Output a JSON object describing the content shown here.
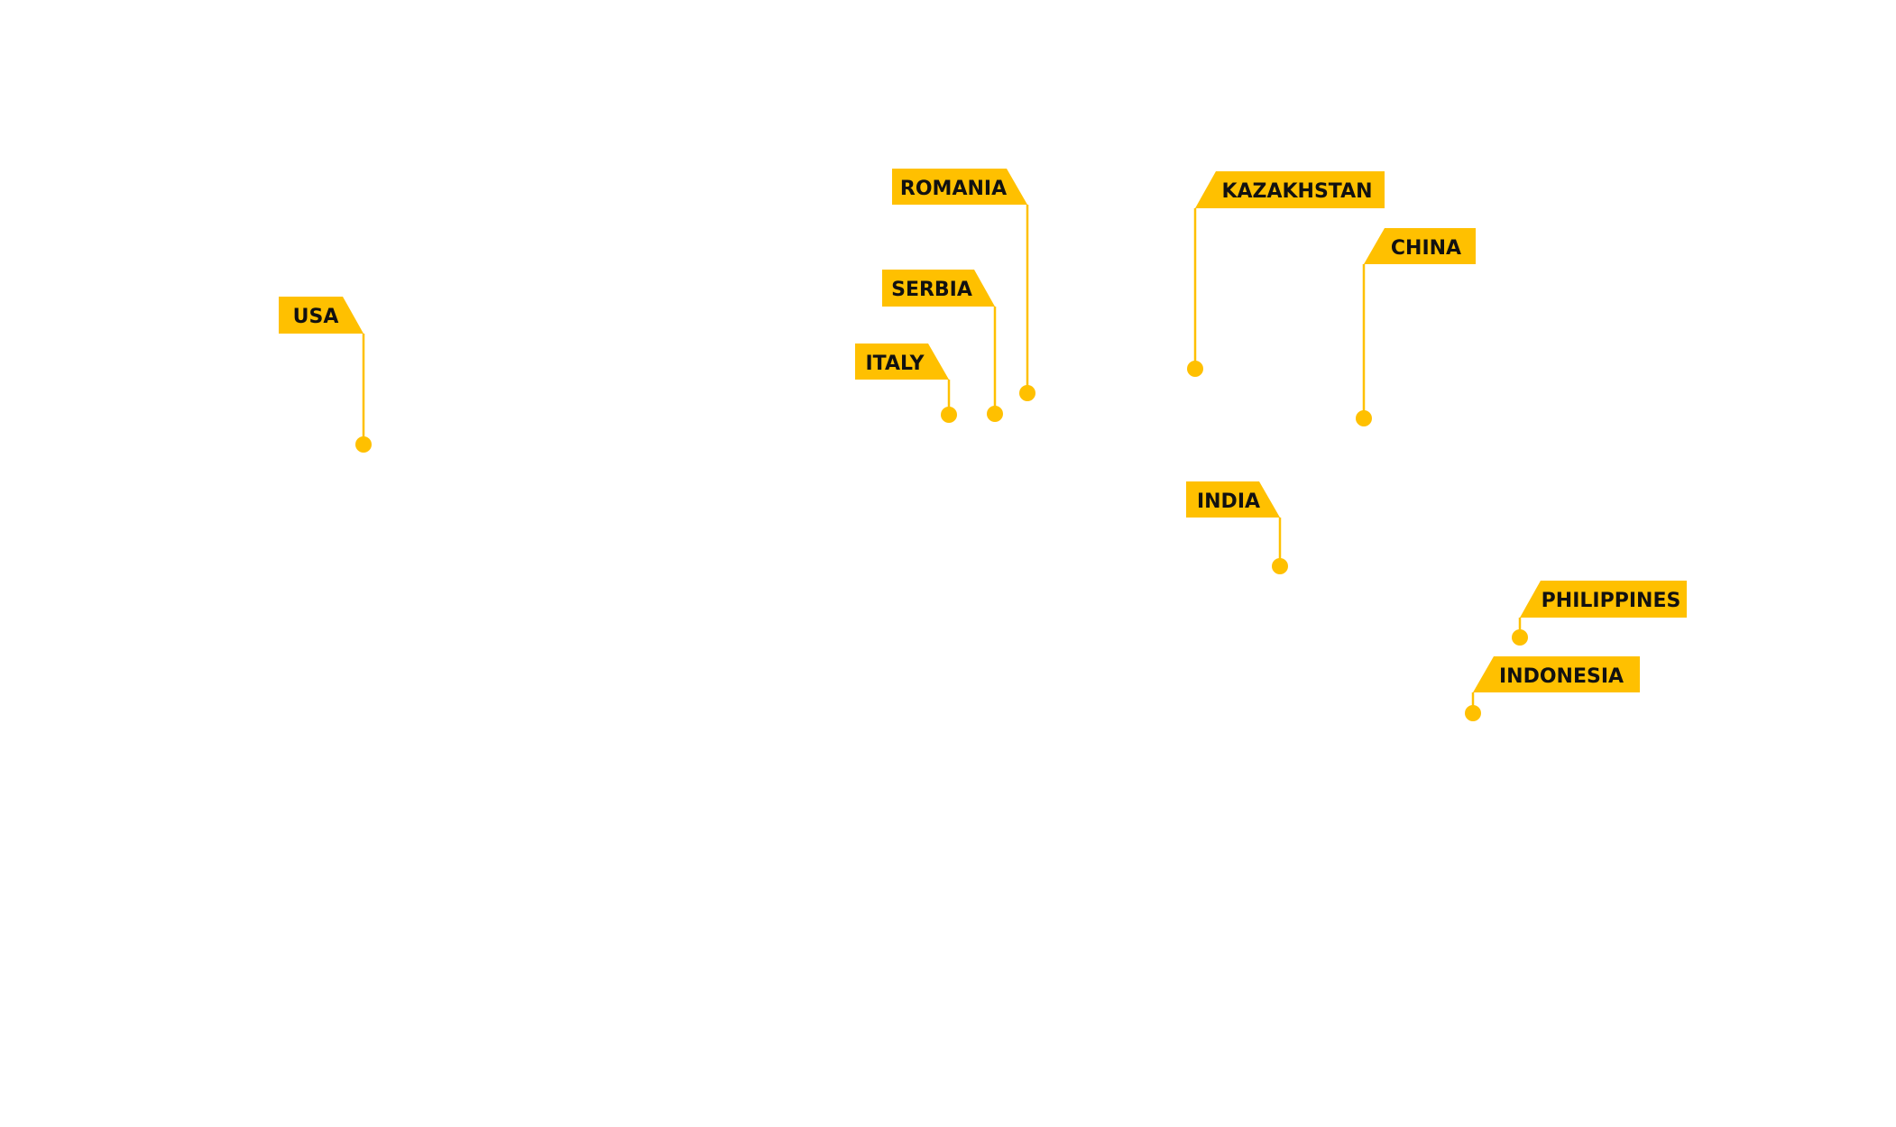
{
  "accent_color": "#FFC000",
  "locations": [
    {
      "label": "USA"
    },
    {
      "label": "ROMANIA"
    },
    {
      "label": "SERBIA"
    },
    {
      "label": "ITALY"
    },
    {
      "label": "KAZAKHSTAN"
    },
    {
      "label": "CHINA"
    },
    {
      "label": "INDIA"
    },
    {
      "label": "PHILIPPINES"
    },
    {
      "label": "INDONESIA"
    }
  ]
}
